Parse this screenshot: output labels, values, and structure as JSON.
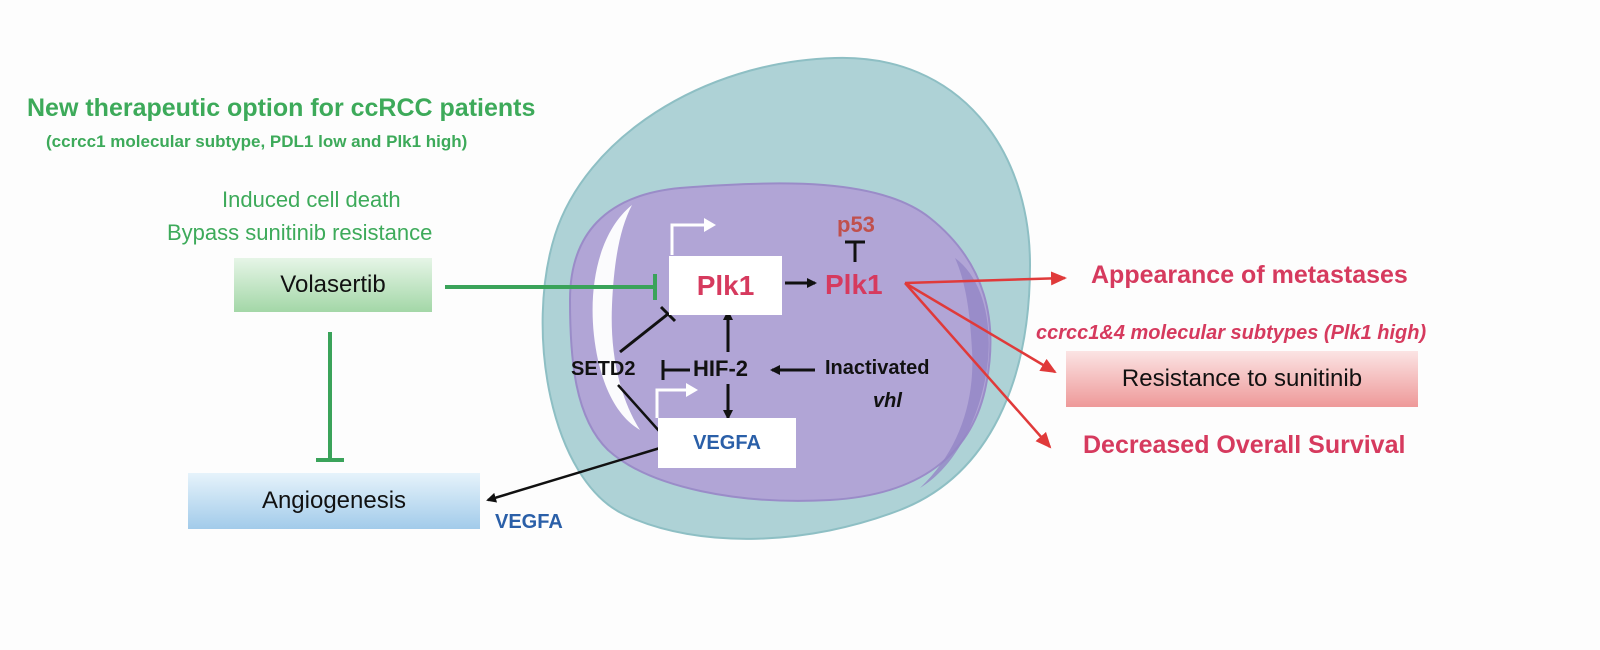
{
  "colors": {
    "green": "#3daa5a",
    "red": "#d63a5e",
    "blue": "#2a5fa8",
    "dark_red": "#c0504d",
    "cell_outer": "#aed2d6",
    "cell_inner": "#b1a5d6"
  },
  "header": {
    "title": "New therapeutic option for ccRCC patients",
    "subtitle": "(ccrcc1 molecular subtype, PDL1 low and Plk1 high)"
  },
  "left": {
    "effect_1": "Induced cell death",
    "effect_2": "Bypass sunitinib resistance",
    "drug": "Volasertib",
    "angiogenesis": "Angiogenesis",
    "vegfa_secreted": "VEGFA"
  },
  "cell": {
    "plk1_gene": "Plk1",
    "plk1_protein": "Plk1",
    "p53": "p53",
    "setd2": "SETD2",
    "hif2": "HIF-2",
    "inactivated": "Inactivated",
    "vhl": "vhl",
    "vegfa_gene": "VEGFA"
  },
  "outcomes": {
    "metastases": "Appearance of metastases",
    "subtypes_note": "ccrcc1&4 molecular subtypes (Plk1 high)",
    "resistance": "Resistance to sunitinib",
    "survival": "Decreased Overall Survival"
  }
}
